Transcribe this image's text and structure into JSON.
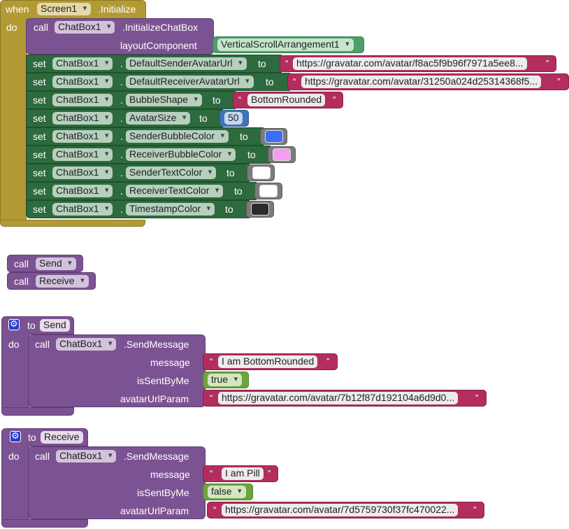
{
  "event_block": {
    "when_label": "when",
    "component": "Screen1",
    "event": ".Initialize",
    "do_label": "do",
    "init_call": {
      "call_label": "call",
      "component": "ChatBox1",
      "method": ".InitializeChatBox",
      "param_label": "layoutComponent",
      "param_value": "VerticalScrollArrangement1"
    },
    "setters": [
      {
        "set_label": "set",
        "component": "ChatBox1",
        "dot": ".",
        "property": "DefaultSenderAvatarUrl",
        "to_label": "to",
        "kind": "text",
        "value": "https://gravatar.com/avatar/f8ac5f9b96f7971a5ee8..."
      },
      {
        "set_label": "set",
        "component": "ChatBox1",
        "dot": ".",
        "property": "DefaultReceiverAvatarUrl",
        "to_label": "to",
        "kind": "text",
        "value": "https://gravatar.com/avatar/31250a024d25314368f5..."
      },
      {
        "set_label": "set",
        "component": "ChatBox1",
        "dot": ".",
        "property": "BubbleShape",
        "to_label": "to",
        "kind": "text",
        "value": "BottomRounded"
      },
      {
        "set_label": "set",
        "component": "ChatBox1",
        "dot": ".",
        "property": "AvatarSize",
        "to_label": "to",
        "kind": "number",
        "value": "50"
      },
      {
        "set_label": "set",
        "component": "ChatBox1",
        "dot": ".",
        "property": "SenderBubbleColor",
        "to_label": "to",
        "kind": "color",
        "color": "#3a6ff7"
      },
      {
        "set_label": "set",
        "component": "ChatBox1",
        "dot": ".",
        "property": "ReceiverBubbleColor",
        "to_label": "to",
        "kind": "color",
        "color": "#f59cf3"
      },
      {
        "set_label": "set",
        "component": "ChatBox1",
        "dot": ".",
        "property": "SenderTextColor",
        "to_label": "to",
        "kind": "color",
        "color": "#ffffff"
      },
      {
        "set_label": "set",
        "component": "ChatBox1",
        "dot": ".",
        "property": "ReceiverTextColor",
        "to_label": "to",
        "kind": "color",
        "color": "#ffffff"
      },
      {
        "set_label": "set",
        "component": "ChatBox1",
        "dot": ".",
        "property": "TimestampColor",
        "to_label": "to",
        "kind": "color",
        "color": "#2b2b2b"
      }
    ]
  },
  "loose_calls": [
    {
      "call_label": "call",
      "procedure": "Send"
    },
    {
      "call_label": "call",
      "procedure": "Receive"
    }
  ],
  "procedures": [
    {
      "to_label": "to",
      "name": "Send",
      "do_label": "do",
      "call_label": "call",
      "component": "ChatBox1",
      "method": ".SendMessage",
      "message_label": "message",
      "message_value": "I am BottomRounded",
      "sent_label": "isSentByMe",
      "sent_value": "true",
      "avatar_label": "avatarUrlParam",
      "avatar_value": "https://gravatar.com/avatar/7b12f87d192104a6d9d0..."
    },
    {
      "to_label": "to",
      "name": "Receive",
      "do_label": "do",
      "call_label": "call",
      "component": "ChatBox1",
      "method": ".SendMessage",
      "message_label": "message",
      "message_value": "I am Pill",
      "sent_label": "isSentByMe",
      "sent_value": "false",
      "avatar_label": "avatarUrlParam",
      "avatar_value": "https://gravatar.com/avatar/7d5759730f37fc470022..."
    }
  ],
  "colors": {
    "event": "#b49a35",
    "procedure": "#7c5392",
    "component_setter": "#2d6a3e",
    "text": "#b32d5e",
    "number": "#3f74b8",
    "logic": "#6ba53b"
  }
}
